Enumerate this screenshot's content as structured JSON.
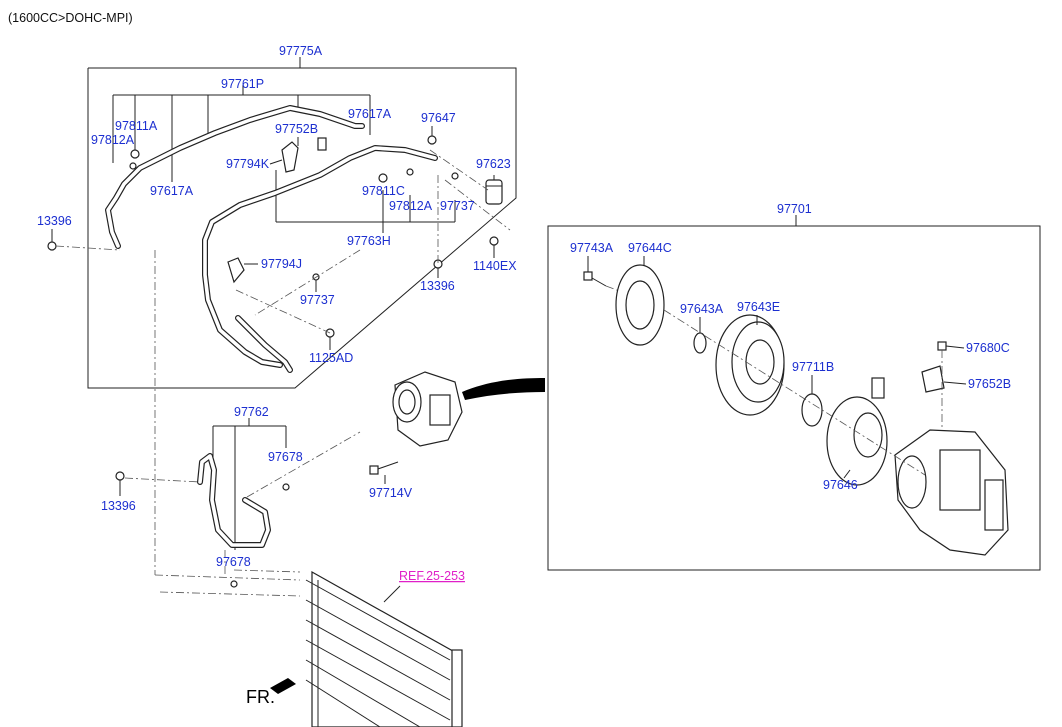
{
  "header": {
    "engine_spec": "(1600CC>DOHC-MPI)"
  },
  "labels": {
    "a97775A": "97775A",
    "a97761P": "97761P",
    "a97811A": "97811A",
    "a97812A_left": "97812A",
    "a97752B": "97752B",
    "a97617A_top": "97617A",
    "a97647": "97647",
    "a97794K": "97794K",
    "a97617A_left": "97617A",
    "a97623": "97623",
    "a97811C": "97811C",
    "a97812A_mid": "97812A",
    "a97737_top": "97737",
    "a13396_left": "13396",
    "a97763H": "97763H",
    "a1140EX": "1140EX",
    "a97794J": "97794J",
    "a13396_mid": "13396",
    "a97737_mid": "97737",
    "a1125AD": "1125AD",
    "a97701": "97701",
    "a97743A": "97743A",
    "a97644C": "97644C",
    "a97643A": "97643A",
    "a97643E": "97643E",
    "a97680C": "97680C",
    "a97652B": "97652B",
    "a97711B": "97711B",
    "a97646": "97646",
    "a97762": "97762",
    "a97678_top": "97678",
    "a13396_bottom": "13396",
    "a97714V": "97714V",
    "a97678_bottom": "97678",
    "ref": "REF.25-253",
    "fr": "FR."
  },
  "colors": {
    "part_number": "#1c2fd0",
    "reference": "#e020c8",
    "header_text": "#111111",
    "lines": "#222222"
  }
}
